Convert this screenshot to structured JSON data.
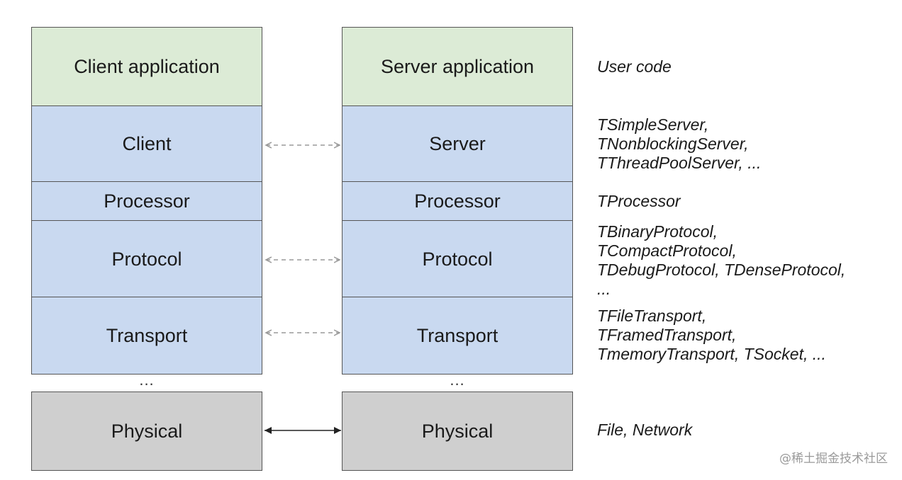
{
  "client_stack": {
    "application": "Client application",
    "service": "Client",
    "processor": "Processor",
    "protocol": "Protocol",
    "transport": "Transport",
    "ellipsis": "...",
    "physical": "Physical"
  },
  "server_stack": {
    "application": "Server application",
    "service": "Server",
    "processor": "Processor",
    "protocol": "Protocol",
    "transport": "Transport",
    "ellipsis": "...",
    "physical": "Physical"
  },
  "annotations": {
    "application": [
      "User code"
    ],
    "service": [
      "TSimpleServer,",
      "TNonblockingServer,",
      "TThreadPoolServer, ..."
    ],
    "processor": [
      "TProcessor"
    ],
    "protocol": [
      "TBinaryProtocol,",
      "TCompactProtocol,",
      "TDebugProtocol, TDenseProtocol,",
      "..."
    ],
    "transport": [
      "TFileTransport,",
      "TFramedTransport,",
      "TmemoryTransport, TSocket, ..."
    ],
    "physical": [
      "File, Network"
    ]
  },
  "colors": {
    "user_layer": "#dcebd6",
    "library_layer": "#c9d9f0",
    "physical_layer": "#cfcfcf",
    "dashed_arrow": "#9a9a9a",
    "solid_arrow": "#222222"
  },
  "watermark": "@稀土掘金技术社区"
}
